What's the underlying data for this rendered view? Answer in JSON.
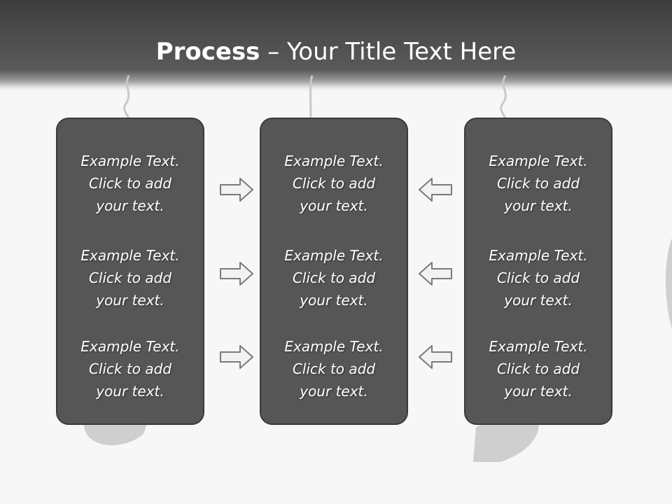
{
  "title": {
    "bold": "Process",
    "rest": " – Your Title Text Here"
  },
  "columns": [
    {
      "items": [
        "Example Text.\nClick  to add\nyour text.",
        "Example Text.\nClick  to add\nyour text.",
        "Example Text.\nClick  to add\nyour text."
      ]
    },
    {
      "items": [
        "Example Text.\nClick  to add\nyour text.",
        "Example Text.\nClick  to add\nyour text.",
        "Example Text.\nClick  to add\nyour text."
      ]
    },
    {
      "items": [
        "Example Text.\nClick  to add\nyour text.",
        "Example Text.\nClick  to add\nyour text.",
        "Example Text.\nClick  to add\nyour text."
      ]
    }
  ],
  "arrows": {
    "left_group": "right-arrow-icon",
    "right_group": "left-arrow-icon"
  },
  "colors": {
    "header": "#4f4f4f",
    "panel": "#565656",
    "panel_border": "#3a3a3a",
    "background": "#f7f7f7",
    "arrow_stroke": "#7a7a7a"
  }
}
